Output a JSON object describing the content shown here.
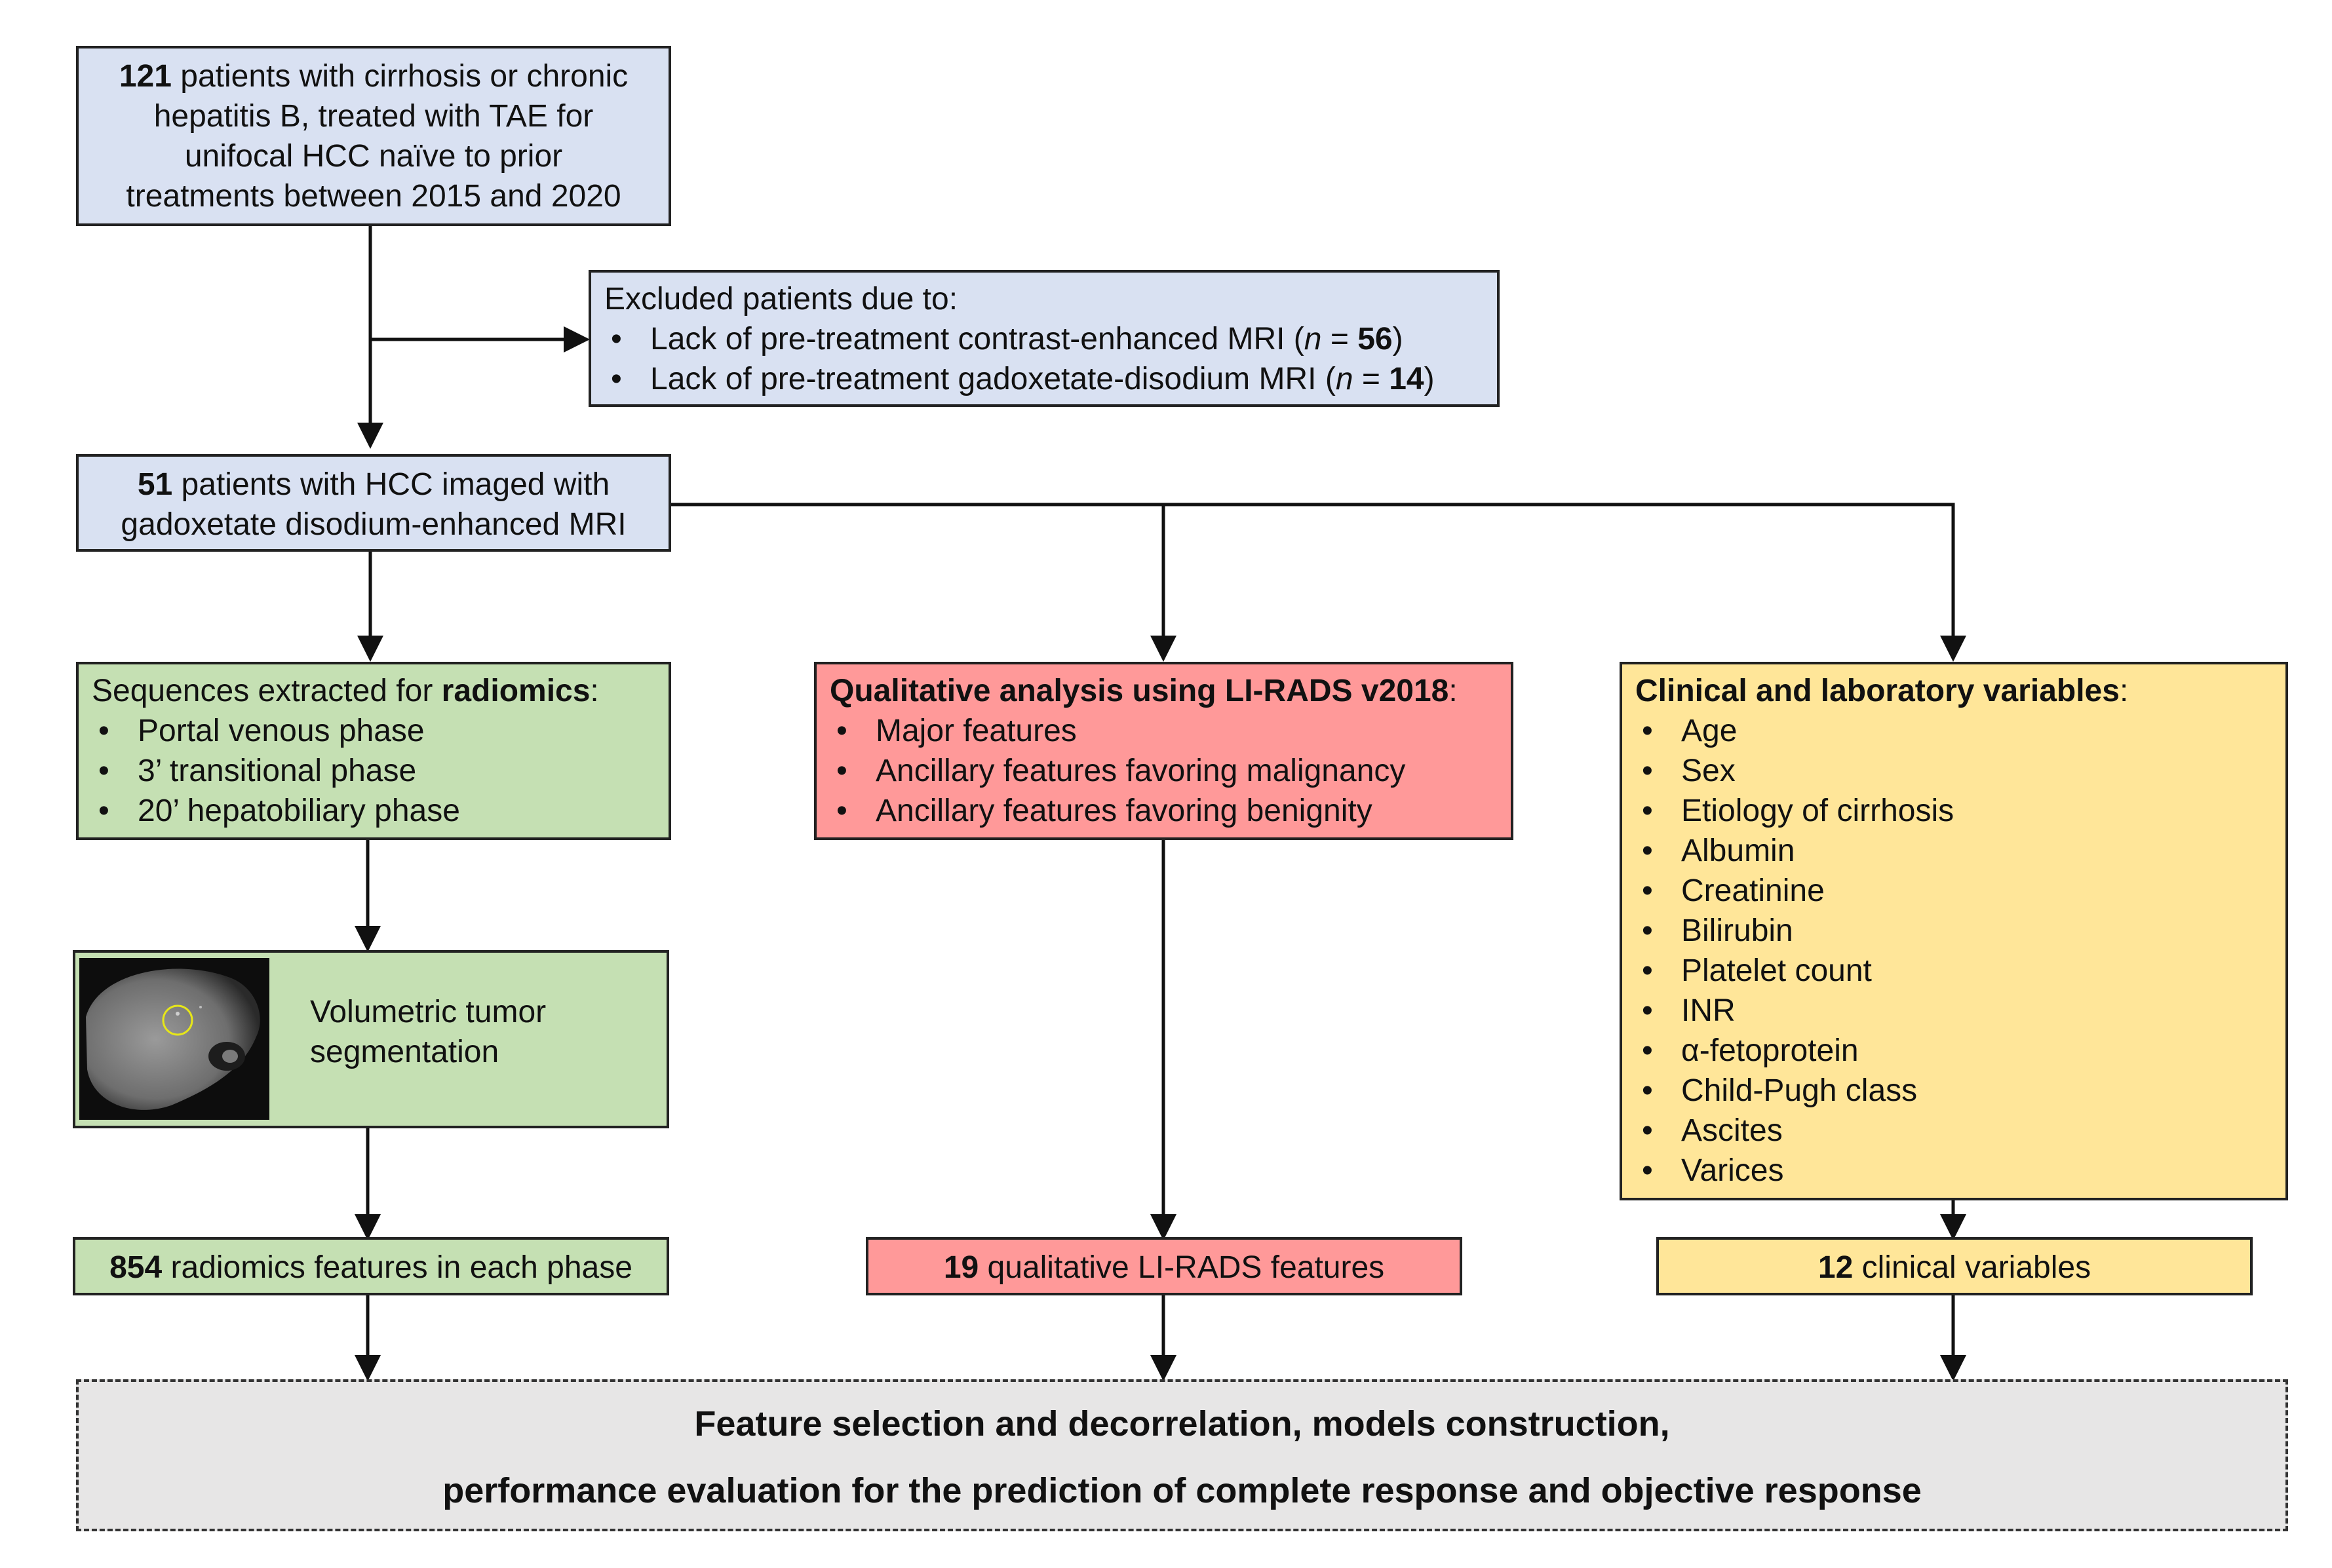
{
  "box_start": {
    "n": "121",
    "text": " patients with cirrhosis or chronic hepatitis B, treated with TAE for unifocal HCC naïve to prior treatments between 2015 and 2020",
    "lines": [
      "patients with cirrhosis or chronic",
      "hepatitis B, treated with TAE for",
      "unifocal HCC naïve to prior",
      "treatments between 2015 and 2020"
    ]
  },
  "box_excluded": {
    "title": "Excluded patients due to:",
    "item1_text": "Lack of pre-treatment contrast-enhanced MRI (",
    "item1_n_label": "n",
    "item1_eq": " = ",
    "item1_n": "56",
    "item1_close": ")",
    "item2_text": "Lack of pre-treatment gadoxetate-disodium MRI (",
    "item2_n_label": "n",
    "item2_eq": " = ",
    "item2_n": "14",
    "item2_close": ")"
  },
  "box_included": {
    "n": "51",
    "line1": " patients with HCC imaged with",
    "line2": "gadoxetate disodium-enhanced MRI"
  },
  "box_radiomics": {
    "title_pre": "Sequences extracted for ",
    "title_bold": "radiomics",
    "title_post": ":",
    "items": [
      "Portal venous phase",
      "3’ transitional phase",
      "20’ hepatobiliary phase"
    ]
  },
  "box_segmentation": {
    "line1": "Volumetric tumor",
    "line2": "segmentation"
  },
  "box_radiomics_features": {
    "n": "854",
    "text": " radiomics features in each phase"
  },
  "box_qualitative": {
    "title_bold": "Qualitative analysis using LI-RADS v2018",
    "title_post": ":",
    "items": [
      "Major features",
      "Ancillary features favoring malignancy",
      "Ancillary features favoring benignity"
    ]
  },
  "box_qualitative_features": {
    "n": "19",
    "text": " qualitative LI-RADS features"
  },
  "box_clinical": {
    "title_bold": "Clinical and laboratory variables",
    "title_post": ":",
    "items": [
      "Age",
      "Sex",
      "Etiology of cirrhosis",
      "Albumin",
      "Creatinine",
      "Bilirubin",
      "Platelet count",
      "INR",
      "α-fetoprotein",
      "Child-Pugh class",
      "Ascites",
      "Varices"
    ]
  },
  "box_clinical_variables": {
    "n": "12",
    "text": " clinical variables"
  },
  "box_final": {
    "line1": "Feature selection and decorrelation, models construction,",
    "line2": "performance evaluation for the prediction of complete response and objective response"
  },
  "colors": {
    "blue": "#d9e1f2",
    "green": "#c5e0b3",
    "red": "#ff9999",
    "yellow": "#ffe699",
    "gray": "#e7e6e6"
  }
}
